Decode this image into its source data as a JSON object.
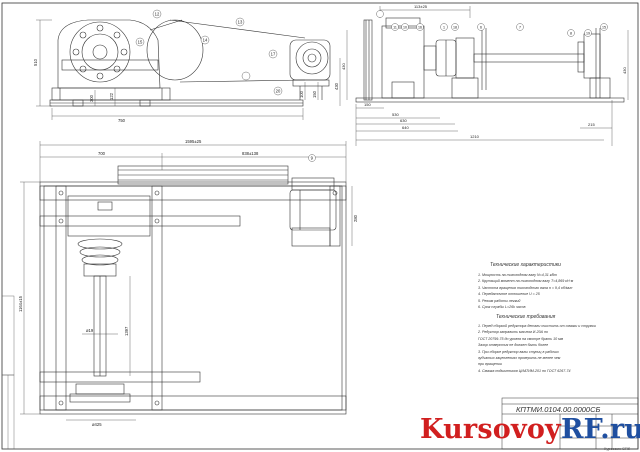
{
  "drawing": {
    "elevation": {
      "callouts": [
        "12",
        "13",
        "14",
        "15",
        "17",
        "20"
      ],
      "dims": {
        "width": "750",
        "height": "510",
        "left_a": "300",
        "left_b": "122",
        "right_a": "100",
        "right_b": "150",
        "right_c": "430"
      }
    },
    "side": {
      "callouts": [
        "11",
        "10",
        "16",
        "1",
        "18",
        "6",
        "7",
        "8",
        "19",
        "15",
        "17"
      ],
      "dims": {
        "top": "113±25",
        "d1": "150",
        "d2": "530",
        "d3": "630",
        "d4": "640",
        "d5": "1210",
        "d6": "215",
        "d7": "430",
        "d8": "430"
      }
    },
    "plan": {
      "callouts": [
        "9"
      ],
      "dims": {
        "overall": "1595±25",
        "left": "700",
        "right": "838±138",
        "right_h": "280",
        "height": "1164±15",
        "d_small": "ø19",
        "inner": "1397",
        "bottom": "ø425"
      }
    }
  },
  "specs": {
    "title": "Технические характеристики",
    "items": [
      "1. Мощность на тихоходном валу N=4,31 кВт",
      "2. Крутящий момент на тихоходном валу T=4,869 кН·м",
      "3. Частота вращения тихоходного вала n = 9,4 об/мин",
      "4. Передаточное отношение U = 25",
      "5. Режим работы легкий",
      "6. Срок службы L=26k часов"
    ]
  },
  "requirements": {
    "title": "Технические требования",
    "items": [
      "1. Перед сборкой редуктора детали очистить от смазки и стружки",
      "2. Редуктор заправить маслом И-20А по",
      "ГОСТ 20799-75 до уровня на смотре брать 10 мм",
      "Зазор отверстия не должен быть более",
      "3. При сборке редуктор валы ступиц в рабочих",
      "зубчатых зацеплениях проверить не менее чем",
      "при вращении",
      "4. Смазка подшипников ЦИАТИМ-201 по ГОСТ 6267-74"
    ]
  },
  "title_block": {
    "doc_number": "КПТМИ.0104.00.0000СБ"
  },
  "watermark": {
    "brand_a": "Kursovoy",
    "brand_b": "RF",
    "brand_c": ".ru",
    "tag": "Курсовик СПб"
  }
}
